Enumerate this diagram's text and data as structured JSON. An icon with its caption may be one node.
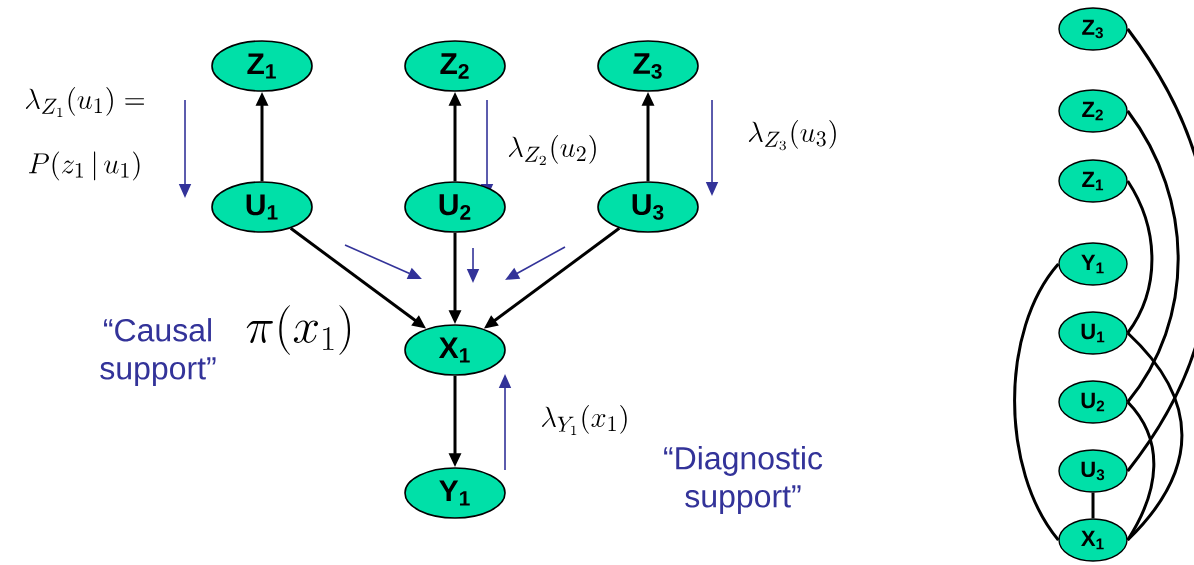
{
  "diagram": {
    "nodes": [
      {
        "text": [
          "Z$_{1}$"
        ]
      },
      {
        "text": [
          "Z$_{2}$"
        ]
      },
      {
        "text": [
          "Z$_{3}$"
        ]
      },
      {
        "text": [
          "U$_{1}$"
        ]
      },
      {
        "text": [
          "U$_{2}$"
        ]
      },
      {
        "text": [
          "U$_{3}$"
        ]
      },
      {
        "text": [
          "X$_{1}$"
        ]
      },
      {
        "text": [
          "Y$_{1}$"
        ]
      },
      {
        "text": [
          "Z$_{3}$"
        ]
      },
      {
        "text": [
          "Z$_{2}$"
        ]
      },
      {
        "text": [
          "Z$_{1}$"
        ]
      },
      {
        "text": [
          "Y$_{1}$"
        ]
      },
      {
        "text": [
          "U$_{1}$"
        ]
      },
      {
        "text": [
          "U$_{2}$"
        ]
      },
      {
        "text": [
          "U$_{3}$"
        ]
      },
      {
        "text": [
          "X$_{1}$"
        ]
      }
    ],
    "edges": [
      {
        "from": 3,
        "to": 0,
        "arrow": "to"
      },
      {
        "from": 4,
        "to": 1,
        "arrow": "to"
      },
      {
        "from": 5,
        "to": 2,
        "arrow": "to"
      },
      {
        "from": 3,
        "to": 6,
        "arrow": "to"
      },
      {
        "from": 4,
        "to": 6,
        "arrow": "to"
      },
      {
        "from": 5,
        "to": 6,
        "arrow": "to"
      },
      {
        "from": 6,
        "to": 7,
        "arrow": "to"
      },
      {
        "from": 8,
        "to": 14,
        "arrow": "none"
      },
      {
        "from": 9,
        "to": 13,
        "arrow": "none"
      },
      {
        "from": 10,
        "to": 12,
        "arrow": "none"
      },
      {
        "from": 11,
        "to": 15,
        "arrow": "none"
      },
      {
        "from": 12,
        "to": 15,
        "arrow": "none"
      },
      {
        "from": 13,
        "to": 15,
        "arrow": "none"
      },
      {
        "from": 14,
        "to": 15,
        "arrow": "none"
      }
    ],
    "labels": [
      "\\lambda_{Z_1}(u_1) =",
      "P(z_1 \\,|\\, u_1)",
      "\\lambda_{Z_2}(u_2)",
      "\\lambda_{Z_3}(u_3)",
      "“Causal support”",
      "\\pi(x_1)",
      "\\lambda_{Y_1}(x_1)",
      "“Diagnostic support”"
    ]
  }
}
